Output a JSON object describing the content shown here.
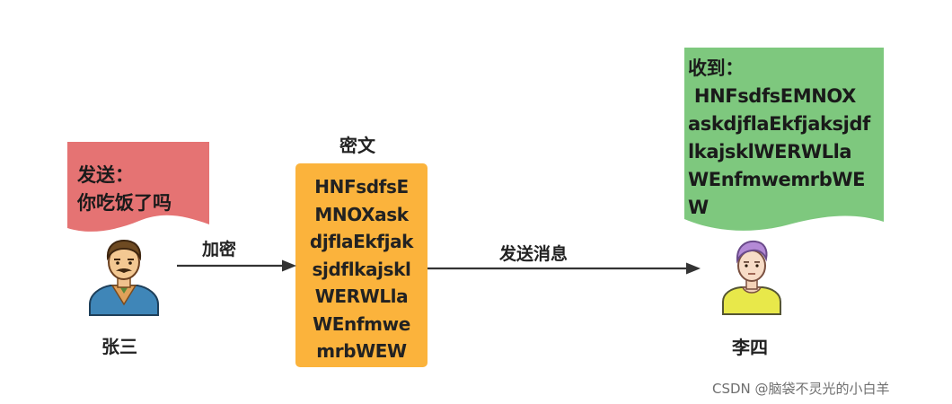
{
  "colors": {
    "sender_note": "#e57373",
    "receiver_note": "#7ec87e",
    "cipher_box": "#fbb33c",
    "arrow": "#333333",
    "watermark": "#6f6f6f"
  },
  "sender": {
    "name": "张三",
    "note_lines": [
      "发送：",
      "你吃饭了吗"
    ]
  },
  "receiver": {
    "name": "李四",
    "note_lines": [
      "收到：",
      " HNFsdfsEMNOX",
      "askdjflaEkfjaksjdf",
      "lkajsklWERWLla",
      "WEnfmwemrbWE",
      "W"
    ]
  },
  "cipher": {
    "title": "密文",
    "lines": [
      "HNFsdfsE",
      "MNOXask",
      "djflaEkfjak",
      "sjdflkajskl",
      "WERWLla",
      "WEnfmwe",
      "mrbWEW"
    ]
  },
  "arrows": {
    "encrypt_label": "加密",
    "send_label": "发送消息"
  },
  "watermark": "CSDN @脑袋不灵光的小白羊"
}
